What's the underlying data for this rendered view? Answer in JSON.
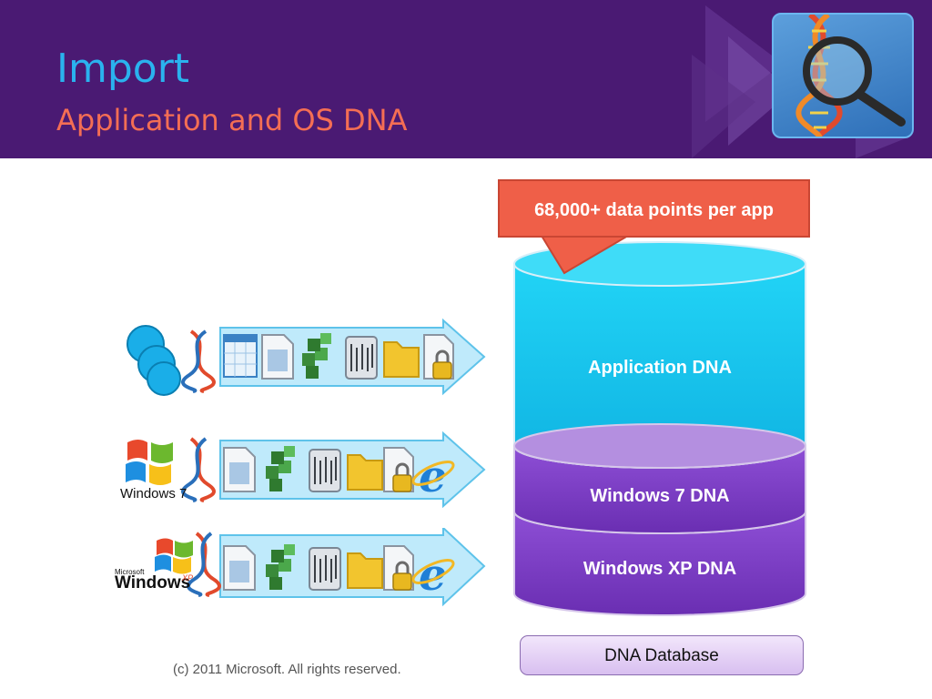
{
  "slide": {
    "title": "Import",
    "subtitle": "Application and OS DNA",
    "footer": "(c) 2011 Microsoft. All rights reserved."
  },
  "rows": [
    {
      "label": "",
      "icons": [
        "app-bubbles-icon",
        "dna-helix-icon",
        "grid-window-icon",
        "document-icon",
        "cubes-icon",
        "binary-file-icon",
        "folder-icon",
        "locked-file-icon"
      ]
    },
    {
      "label": "Windows 7",
      "icons": [
        "windows7-logo-icon",
        "dna-helix-icon",
        "document-icon",
        "cubes-icon",
        "binary-file-icon",
        "folder-icon",
        "locked-file-icon",
        "internet-explorer-icon"
      ]
    },
    {
      "label": "Windows",
      "sublabel": "Microsoft",
      "suffix": "XP",
      "icons": [
        "windowsxp-logo-icon",
        "dna-helix-icon",
        "document-icon",
        "cubes-icon",
        "binary-file-icon",
        "folder-icon",
        "locked-file-icon",
        "internet-explorer-icon"
      ]
    }
  ],
  "database": {
    "callout": "68,000+ data points per app",
    "layers": [
      {
        "label": "Application DNA",
        "color": "#1fc4ee"
      },
      {
        "label": "Windows 7 DNA",
        "color": "#7a3fc6"
      },
      {
        "label": "Windows XP DNA",
        "color": "#7a3fc6"
      }
    ],
    "button_label": "DNA Database"
  },
  "colors": {
    "header_bg": "#4a1a73",
    "title": "#2ab2ee",
    "subtitle": "#f46e54",
    "callout": "#ef5f48",
    "arrow": "#bfeafb"
  }
}
